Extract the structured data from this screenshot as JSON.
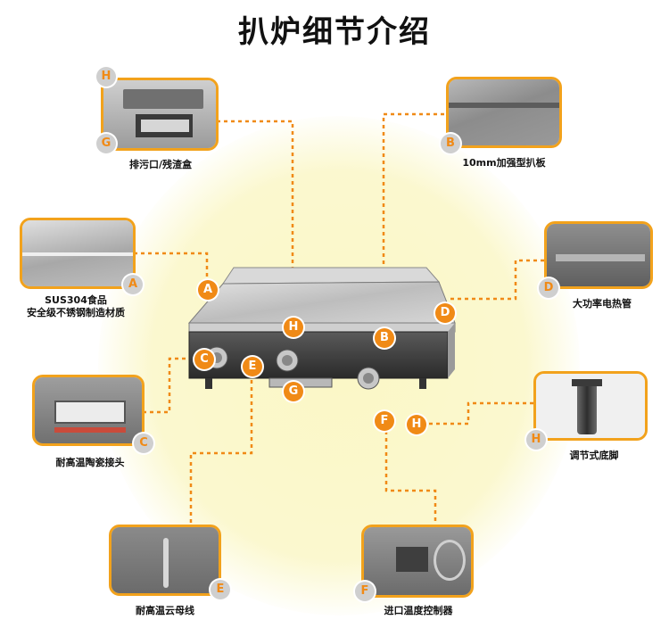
{
  "title": "扒炉细节介绍",
  "colors": {
    "accent": "#f08a16",
    "line": "#f08a16",
    "glow": "#fbf7c6"
  },
  "callouts": {
    "H_top": {
      "letter": "H",
      "caption": ""
    },
    "G_top": {
      "letter": "G",
      "caption": "排污口/残渣盒"
    },
    "B": {
      "letter": "B",
      "caption": "10mm加强型扒板"
    },
    "A": {
      "letter": "A",
      "caption_line1": "SUS304食品",
      "caption_line2": "安全级不锈钢制造材质"
    },
    "D": {
      "letter": "D",
      "caption": "大功率电热管"
    },
    "C": {
      "letter": "C",
      "caption": "耐高温陶瓷接头"
    },
    "H_right": {
      "letter": "H",
      "caption": "调节式底脚"
    },
    "E": {
      "letter": "E",
      "caption": "耐高温云母线"
    },
    "F": {
      "letter": "F",
      "caption": "进口温度控制器"
    }
  },
  "product_markers": [
    "A",
    "H",
    "B",
    "D",
    "C",
    "E",
    "G",
    "F",
    "H"
  ]
}
